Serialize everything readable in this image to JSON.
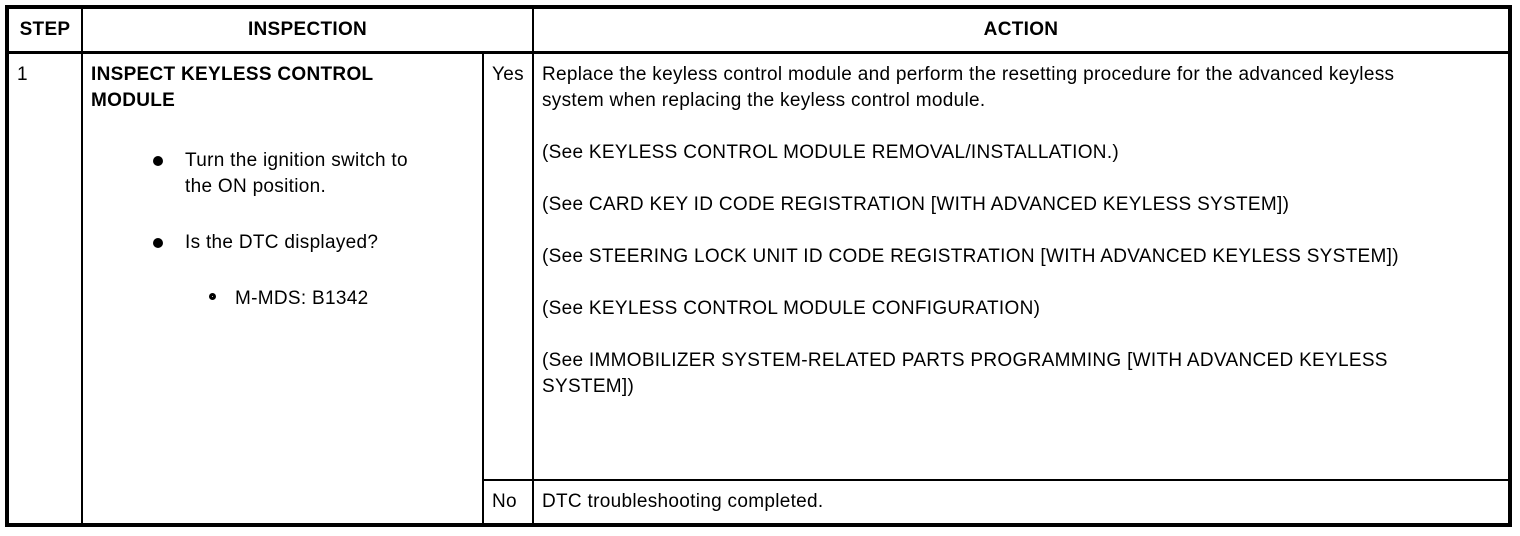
{
  "colors": {
    "text": "#000000",
    "border": "#000000",
    "background": "#ffffff"
  },
  "table": {
    "headers": {
      "step": "STEP",
      "inspection": "INSPECTION",
      "action": "ACTION"
    },
    "row": {
      "step_number": "1",
      "inspection": {
        "title": "INSPECT KEYLESS CONTROL MODULE",
        "bullets": [
          {
            "text": "Turn the ignition switch to the ON position."
          },
          {
            "text": "Is the DTC displayed?"
          }
        ],
        "sub_bullet": "M-MDS: B1342"
      },
      "yes_label": "Yes",
      "yes_action_paragraphs": [
        "Replace the keyless control module and perform the resetting procedure for the advanced keyless system when replacing the keyless control module.",
        "(See KEYLESS CONTROL MODULE REMOVAL/INSTALLATION.)",
        "(See CARD KEY ID CODE REGISTRATION [WITH ADVANCED KEYLESS SYSTEM])",
        "(See STEERING LOCK UNIT ID CODE REGISTRATION [WITH ADVANCED KEYLESS SYSTEM])",
        "(See KEYLESS CONTROL MODULE CONFIGURATION)",
        "(See IMMOBILIZER SYSTEM-RELATED PARTS PROGRAMMING [WITH ADVANCED KEYLESS SYSTEM])"
      ],
      "no_label": "No",
      "no_action": "DTC troubleshooting completed."
    }
  }
}
